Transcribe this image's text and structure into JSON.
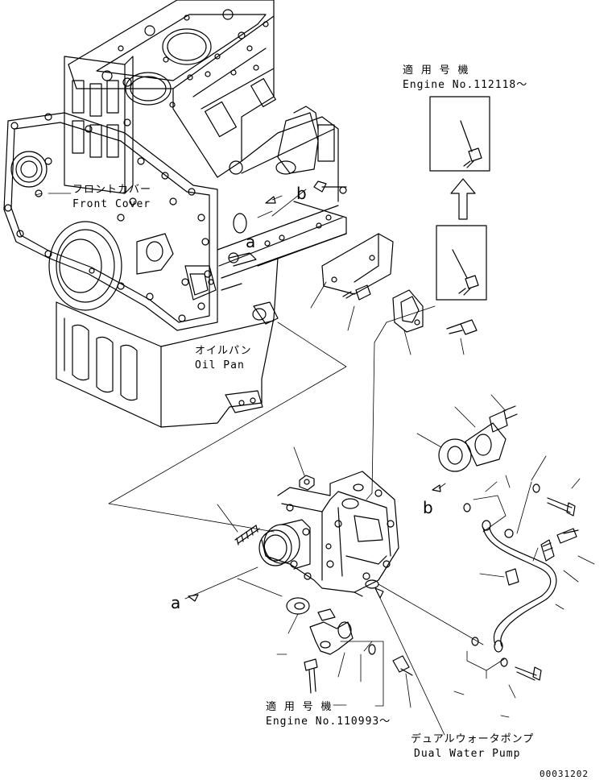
{
  "labels": {
    "front_cover_jp": "フロントカバー",
    "front_cover_en": "Front Cover",
    "oil_pan_jp": "オイルパン",
    "oil_pan_en": "Oil Pan",
    "applicable_top_jp": "適 用 号 機",
    "applicable_top_en": "Engine No.112118～",
    "applicable_bottom_jp": "適 用 号 機",
    "applicable_bottom_en": "Engine No.110993～",
    "water_pump_jp": "デュアルウォータポンプ",
    "water_pump_en": "Dual Water Pump",
    "ref_a_upper": "a",
    "ref_b_upper": "b",
    "ref_a_lower": "a",
    "ref_b_lower": "b",
    "drawing_number": "00031202"
  }
}
